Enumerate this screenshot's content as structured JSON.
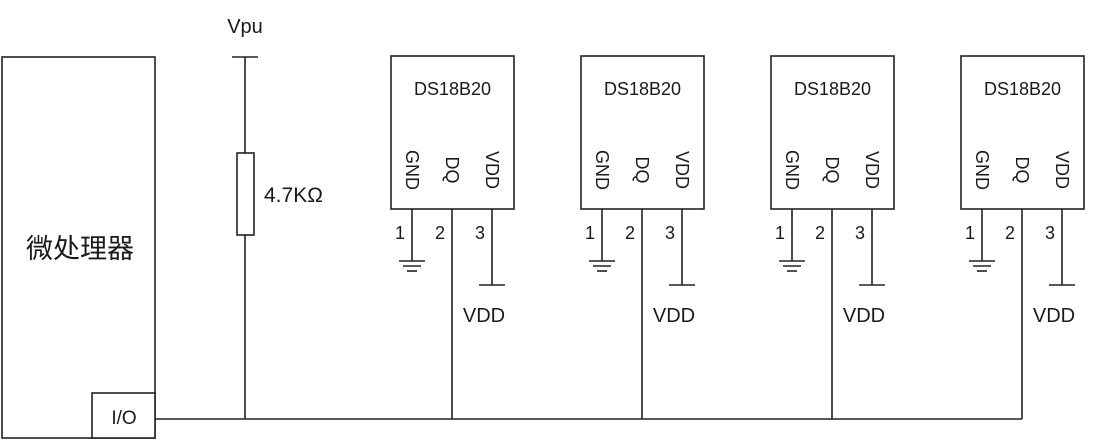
{
  "diagram": {
    "title": "DS18B20 one-wire bus connection",
    "microprocessor": {
      "label": "微处理器",
      "io_label": "I/O"
    },
    "pullup": {
      "supply_label": "Vpu",
      "resistor_label": "4.7KΩ"
    },
    "sensors": [
      {
        "name": "DS18B20",
        "pins": [
          {
            "label": "GND",
            "number": "1"
          },
          {
            "label": "DQ",
            "number": "2"
          },
          {
            "label": "VDD",
            "number": "3"
          }
        ],
        "vdd_label": "VDD"
      },
      {
        "name": "DS18B20",
        "pins": [
          {
            "label": "GND",
            "number": "1"
          },
          {
            "label": "DQ",
            "number": "2"
          },
          {
            "label": "VDD",
            "number": "3"
          }
        ],
        "vdd_label": "VDD"
      },
      {
        "name": "DS18B20",
        "pins": [
          {
            "label": "GND",
            "number": "1"
          },
          {
            "label": "DQ",
            "number": "2"
          },
          {
            "label": "VDD",
            "number": "3"
          }
        ],
        "vdd_label": "VDD"
      },
      {
        "name": "DS18B20",
        "pins": [
          {
            "label": "GND",
            "number": "1"
          },
          {
            "label": "DQ",
            "number": "2"
          },
          {
            "label": "VDD",
            "number": "3"
          }
        ],
        "vdd_label": "VDD"
      }
    ],
    "colors": {
      "line": "#222222",
      "text": "#1a1a1a",
      "background": "#ffffff"
    }
  }
}
